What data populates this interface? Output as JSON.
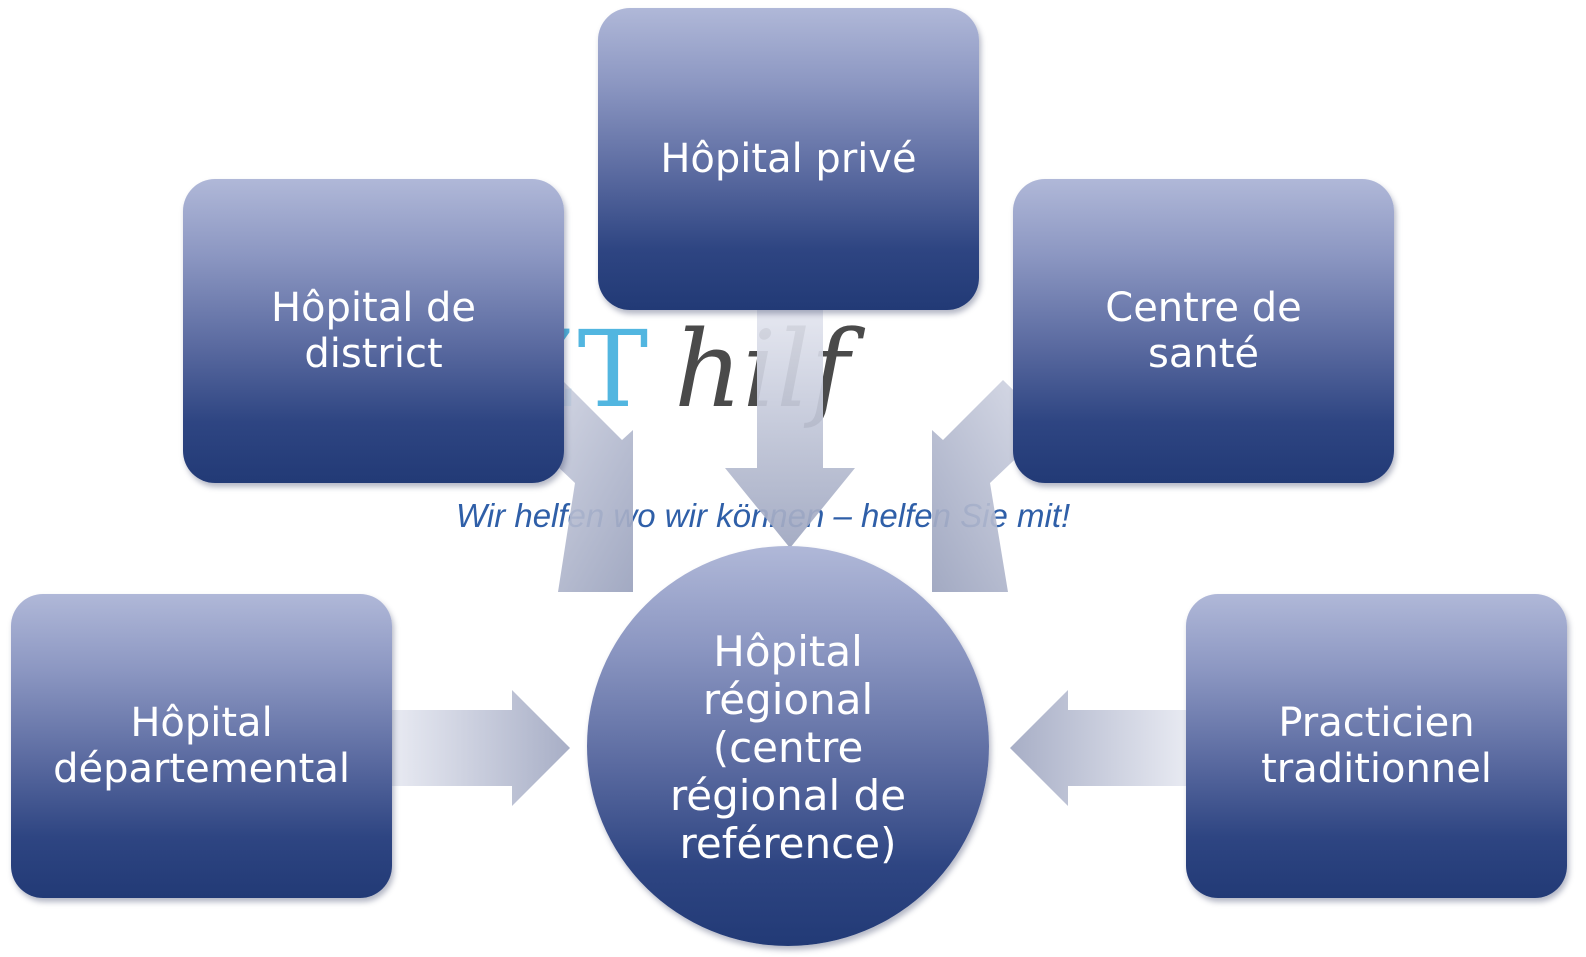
{
  "diagram": {
    "center": {
      "lines": [
        "Hôpital",
        "régional",
        "(centre",
        "régional de",
        "reférence)"
      ]
    },
    "nodes": {
      "prive": {
        "lines": [
          "Hôpital privé"
        ]
      },
      "district": {
        "lines": [
          "Hôpital de",
          "district"
        ]
      },
      "sante": {
        "lines": [
          "Centre de",
          "santé"
        ]
      },
      "departemental": {
        "lines": [
          "Hôpital",
          "départemental"
        ]
      },
      "traditionnel": {
        "lines": [
          "Practicien",
          "traditionnel"
        ]
      }
    },
    "connections": [
      {
        "from": "Hôpital privé",
        "to": "Hôpital régional (centre régional de reférence)"
      },
      {
        "from": "Hôpital de district",
        "to": "Hôpital régional (centre régional de reférence)"
      },
      {
        "from": "Centre de santé",
        "to": "Hôpital régional (centre régional de reférence)"
      },
      {
        "from": "Hôpital départemental",
        "to": "Hôpital régional (centre régional de reférence)"
      },
      {
        "from": "Practicien traditionnel",
        "to": "Hôpital régional (centre régional de reférence)"
      }
    ],
    "colors": {
      "node_top": "#b0b8d8",
      "node_bottom": "#223a76",
      "arrow_light": "#e4e7f0",
      "arrow_dark": "#9aa2bd",
      "node_text": "#ffffff"
    }
  },
  "watermark": {
    "logo_part_a": "RZT",
    "logo_part_b": "hilf",
    "tagline": "Wir helfen wo wir können – helfen Sie mit!",
    "colors": {
      "logo_a": "#52b6e0",
      "logo_b": "#4a4a4a",
      "tagline": "#2f5fa8"
    }
  }
}
